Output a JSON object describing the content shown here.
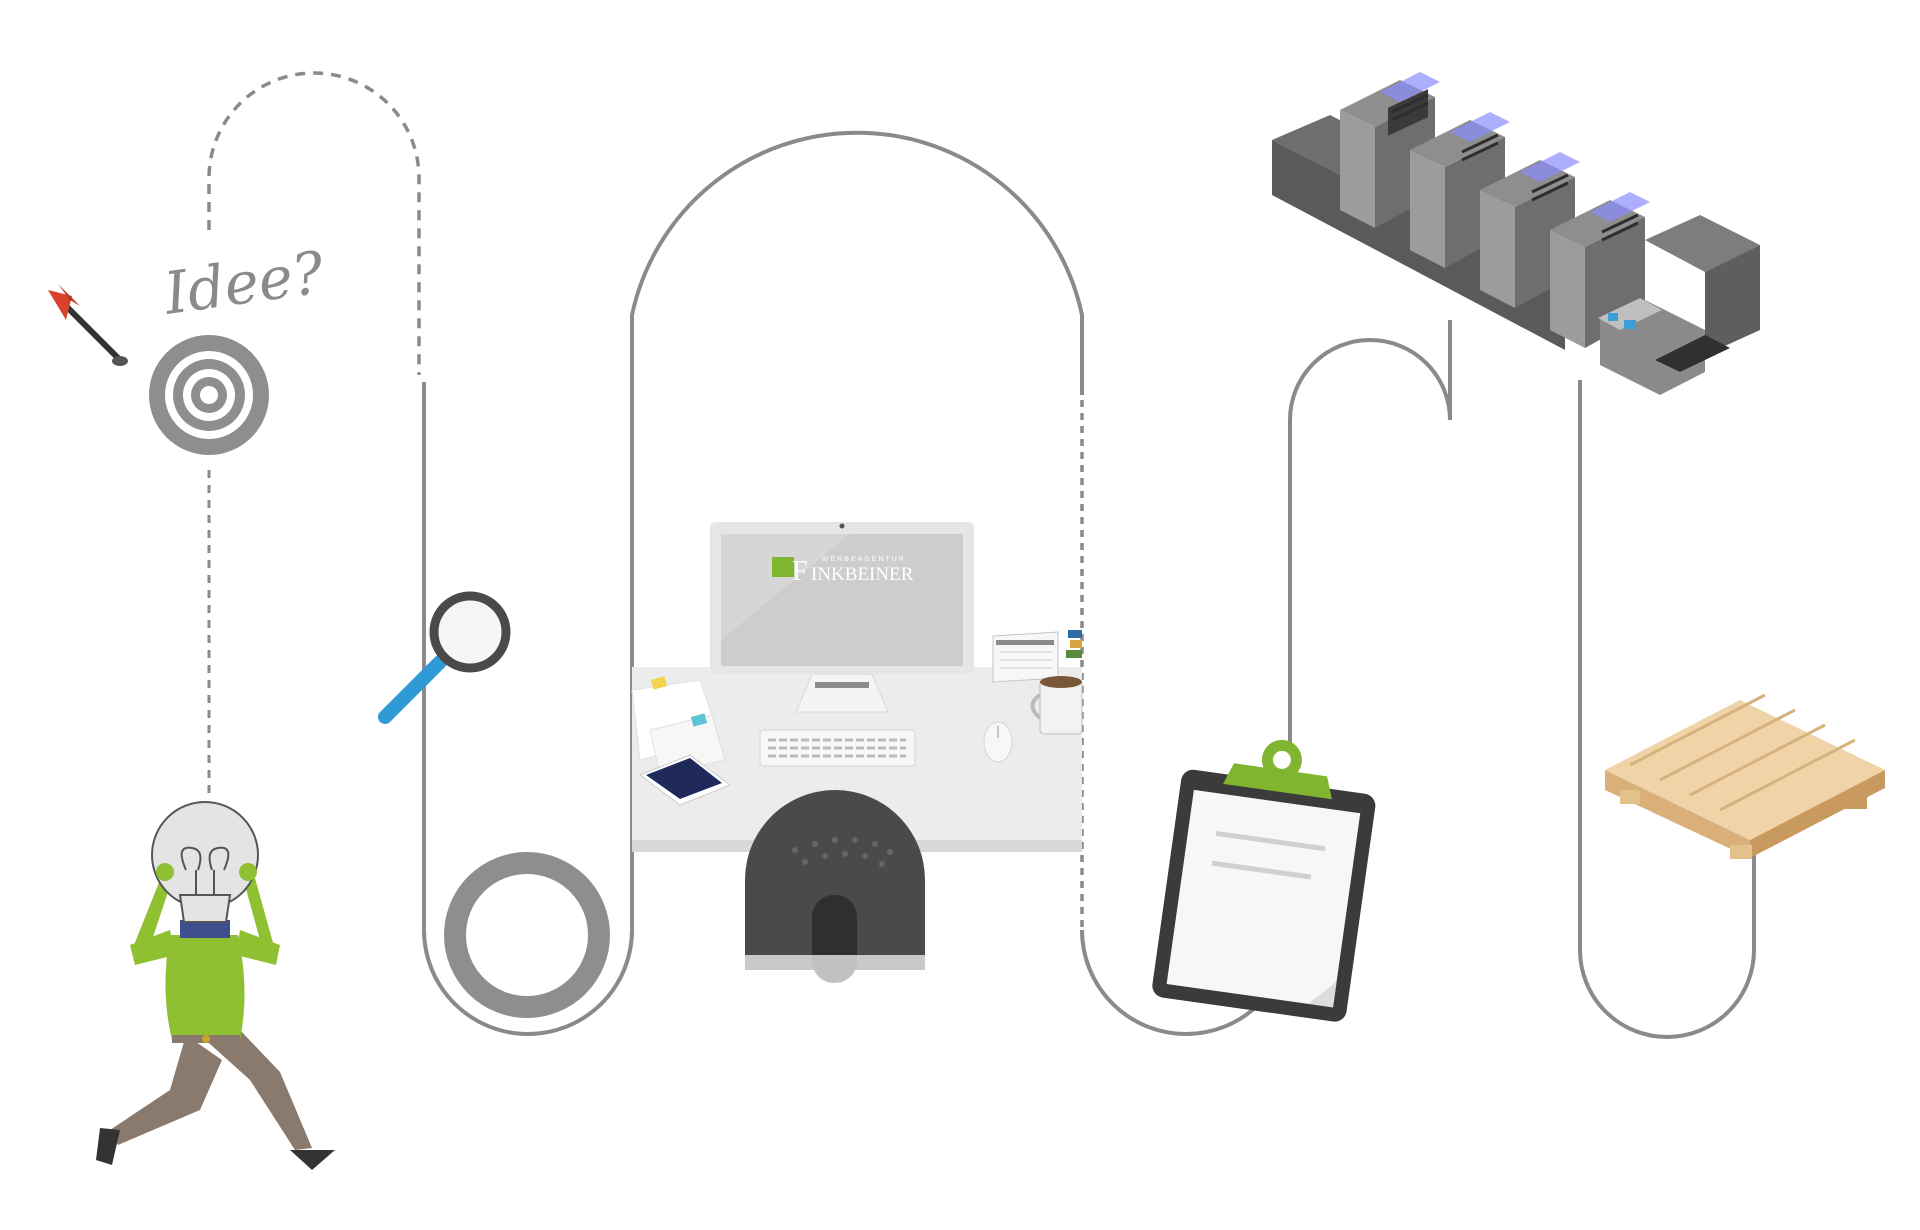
{
  "scene": {
    "idea_text": "Idee?",
    "monitor_brand_small": "WERBEAGENTUR",
    "monitor_brand_initial": "F",
    "monitor_brand_rest": "INKBEINER"
  },
  "colors": {
    "path": "#8a8a8a",
    "person_shirt": "#8fc031",
    "person_pants": "#8a7a6e",
    "clip_green": "#7fb52f",
    "dart_red": "#d9412b",
    "magnifier_blue": "#2e9ad6",
    "press_gray": "#7d7d7d",
    "pallet_wood": "#e8c99a"
  },
  "icons": [
    "target-icon",
    "dart-icon",
    "lightbulb-icon",
    "magnifier-icon",
    "ring-icon",
    "monitor-icon",
    "keyboard-icon",
    "mouse-icon",
    "coffee-mug-icon",
    "calendar-icon",
    "chair-icon",
    "clipboard-icon",
    "printing-press-icon",
    "pallet-icon"
  ]
}
